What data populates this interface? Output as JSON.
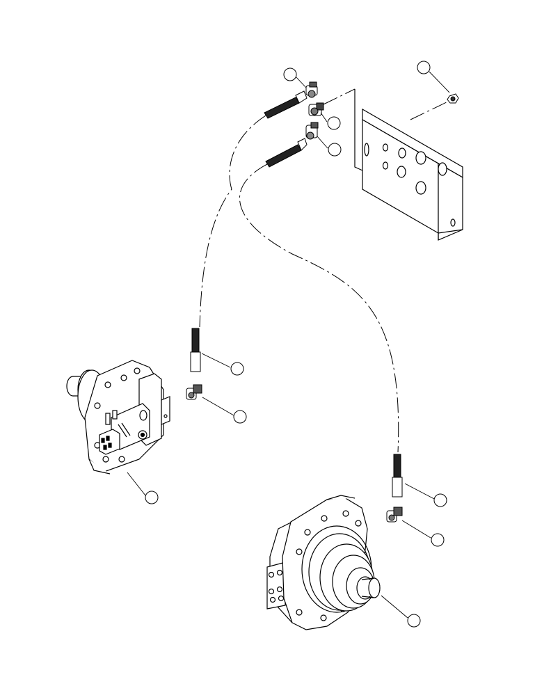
{
  "diagram": {
    "style": "exploded-parts-view",
    "line_color": "#000000",
    "background": "#ffffff",
    "callouts": [
      {
        "id": "callout-hose-upper-left",
        "label": ""
      },
      {
        "id": "callout-bracket-nut",
        "label": ""
      },
      {
        "id": "callout-elbow-upper",
        "label": ""
      },
      {
        "id": "callout-elbow-lower",
        "label": ""
      },
      {
        "id": "callout-hose-left",
        "label": ""
      },
      {
        "id": "callout-elbow-left",
        "label": ""
      },
      {
        "id": "callout-motor-left",
        "label": ""
      },
      {
        "id": "callout-hose-right",
        "label": ""
      },
      {
        "id": "callout-elbow-right",
        "label": ""
      },
      {
        "id": "callout-motor-right",
        "label": ""
      }
    ]
  }
}
